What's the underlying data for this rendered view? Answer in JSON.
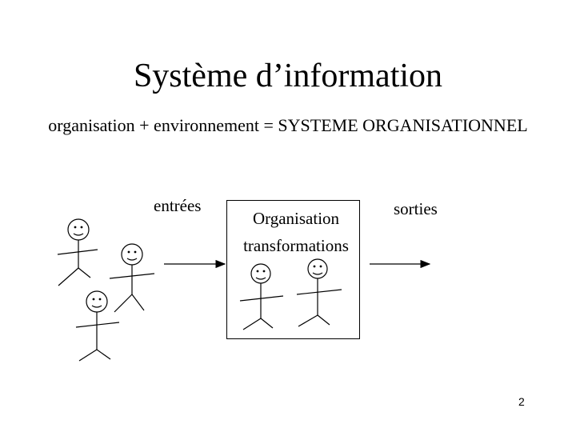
{
  "slide": {
    "title": "Système d’information",
    "subtitle": "organisation + environnement = SYSTEME ORGANISATIONNEL",
    "inputs_label": "entrées",
    "outputs_label": "sorties",
    "box_line1": "Organisation",
    "box_line2": "transformations",
    "page_number": "2"
  }
}
